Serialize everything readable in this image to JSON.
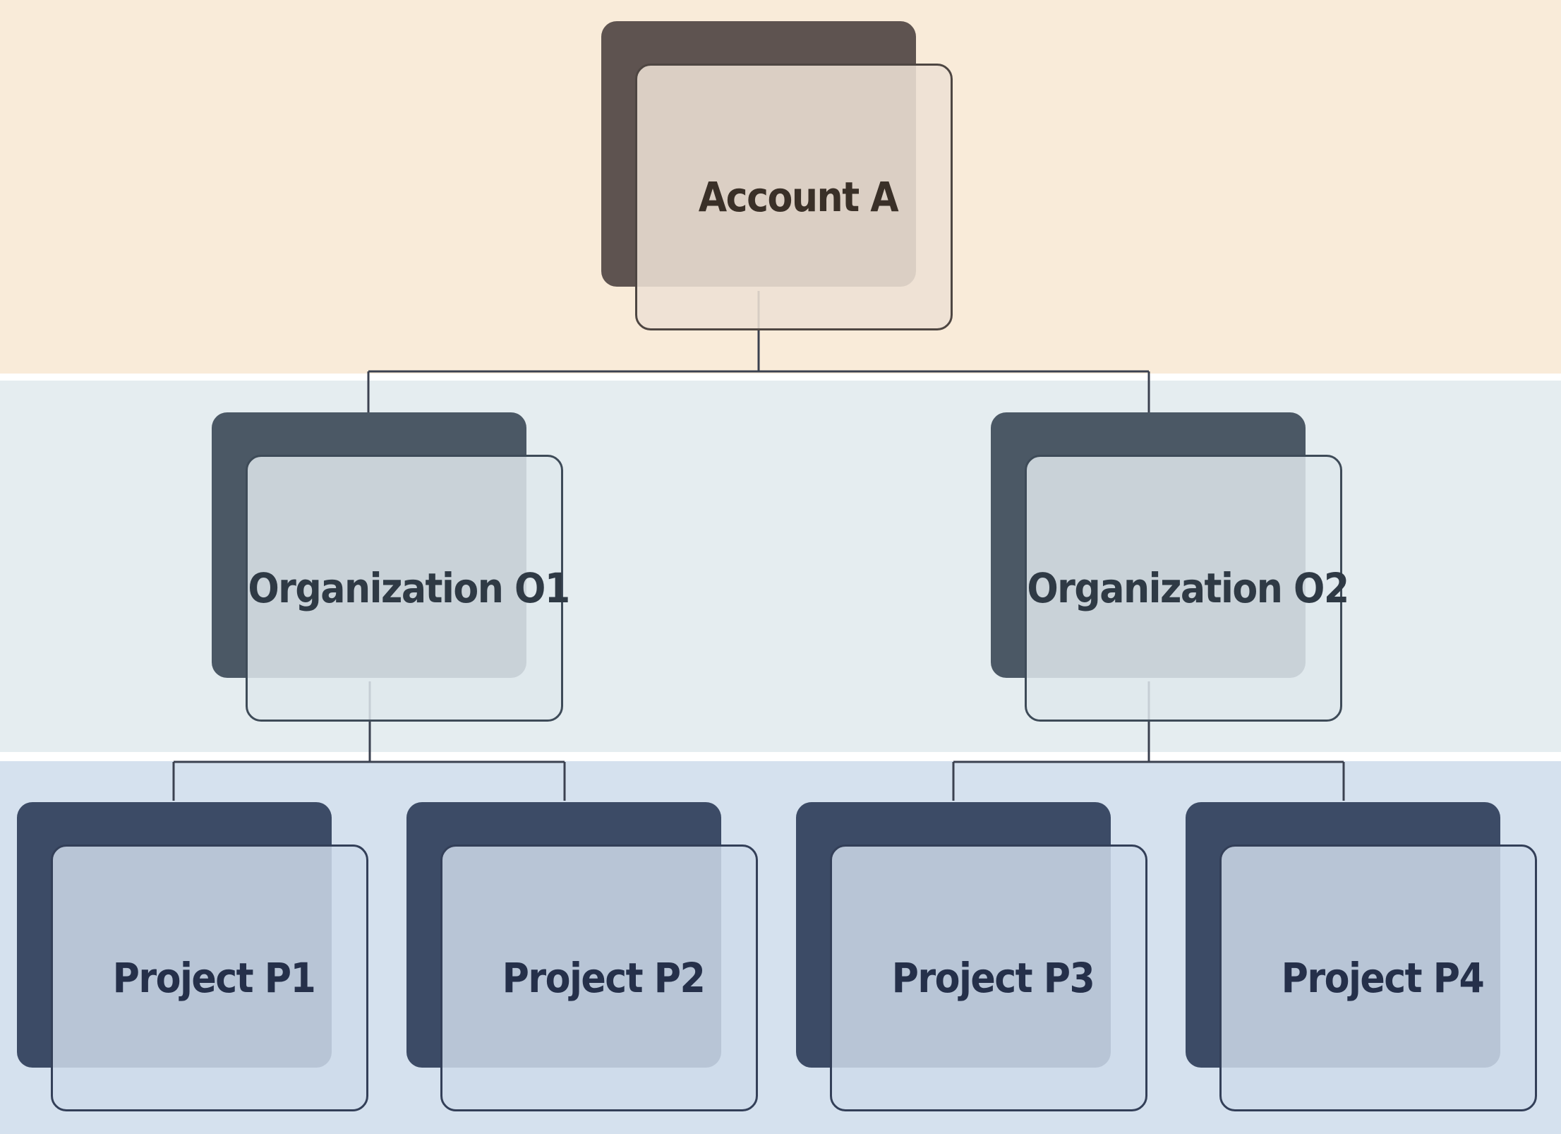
{
  "diagram": {
    "levels": [
      {
        "name": "account",
        "band_color": "#f9ebd9",
        "back_color": "#5e5350",
        "front_fill": "rgba(237,224,212,0.88)",
        "border_color": "#4e4642",
        "text_color": "#3a3028"
      },
      {
        "name": "organization",
        "band_color": "#e5edf0",
        "back_color": "#4b5865",
        "front_fill": "rgba(223,232,236,0.85)",
        "border_color": "#3e4b58",
        "text_color": "#2f3a45"
      },
      {
        "name": "project",
        "band_color": "#d5e1ee",
        "back_color": "#3c4b66",
        "front_fill": "rgba(206,219,234,0.85)",
        "border_color": "#333f58",
        "text_color": "#25304a"
      }
    ],
    "nodes": {
      "account": {
        "label": "Account A"
      },
      "org1": {
        "label": "Organization O1",
        "parent": "account"
      },
      "org2": {
        "label": "Organization O2",
        "parent": "account"
      },
      "p1": {
        "label": "Project P1",
        "parent": "org1"
      },
      "p2": {
        "label": "Project P2",
        "parent": "org1"
      },
      "p3": {
        "label": "Project P3",
        "parent": "org2"
      },
      "p4": {
        "label": "Project P4",
        "parent": "org2"
      }
    },
    "connector_color": "#3b4150"
  }
}
